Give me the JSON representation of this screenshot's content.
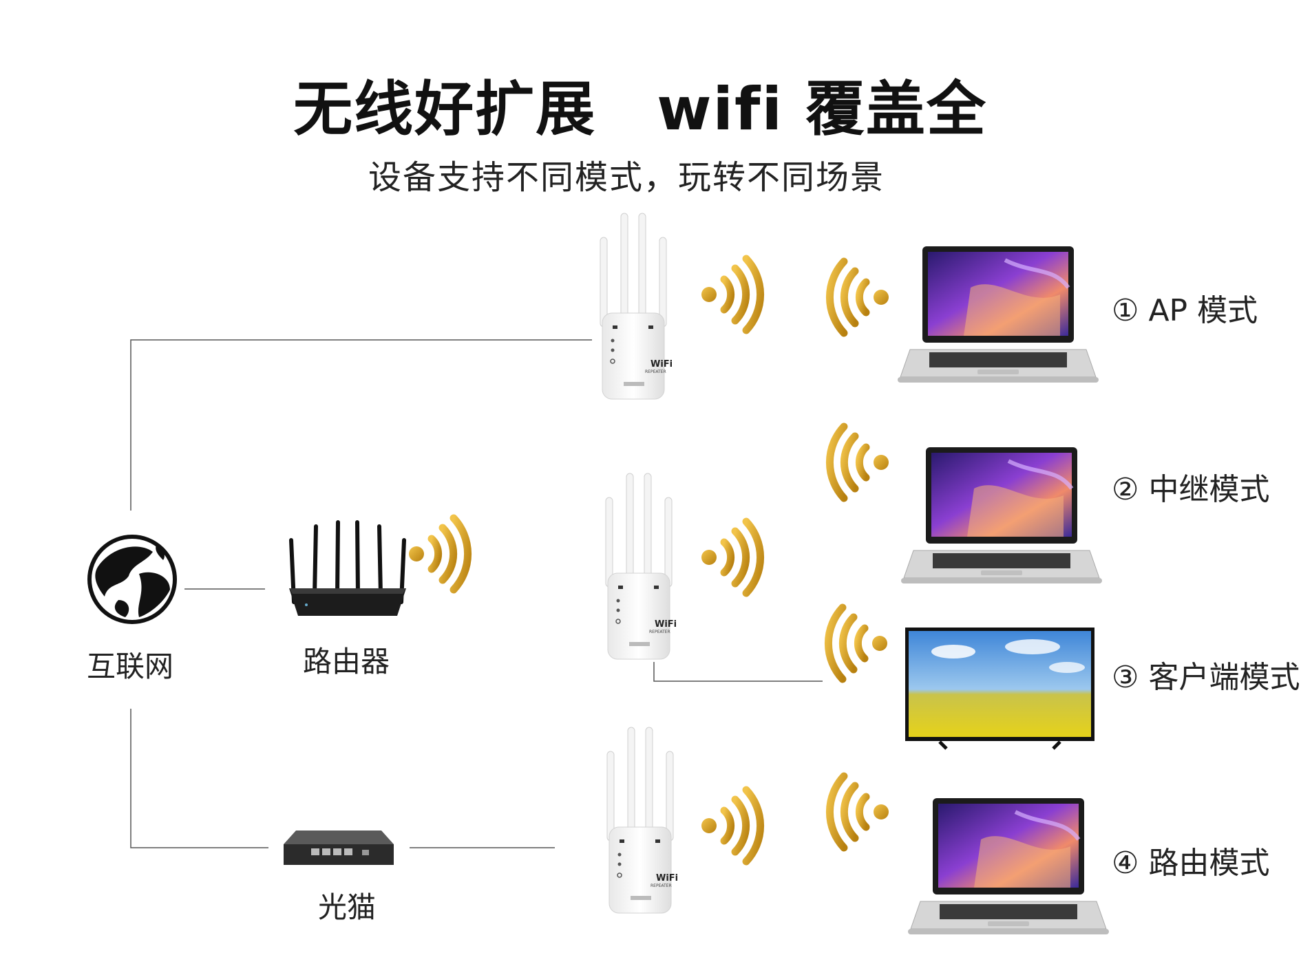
{
  "title": "无线好扩展　wifi 覆盖全",
  "subtitle": "设备支持不同模式，玩转不同场景",
  "devices": {
    "internet": "互联网",
    "router": "路由器",
    "modem": "光猫"
  },
  "repeater_badge": "WiFi",
  "repeater_badge_sub": "REPEATER",
  "modes": [
    {
      "num": "①",
      "label": "AP 模式"
    },
    {
      "num": "②",
      "label": "中继模式"
    },
    {
      "num": "③",
      "label": "客户端模式"
    },
    {
      "num": "④",
      "label": "路由模式"
    }
  ],
  "colors": {
    "signal": "#d9a21a",
    "signal_dark": "#b07d0c",
    "line": "#555555"
  }
}
